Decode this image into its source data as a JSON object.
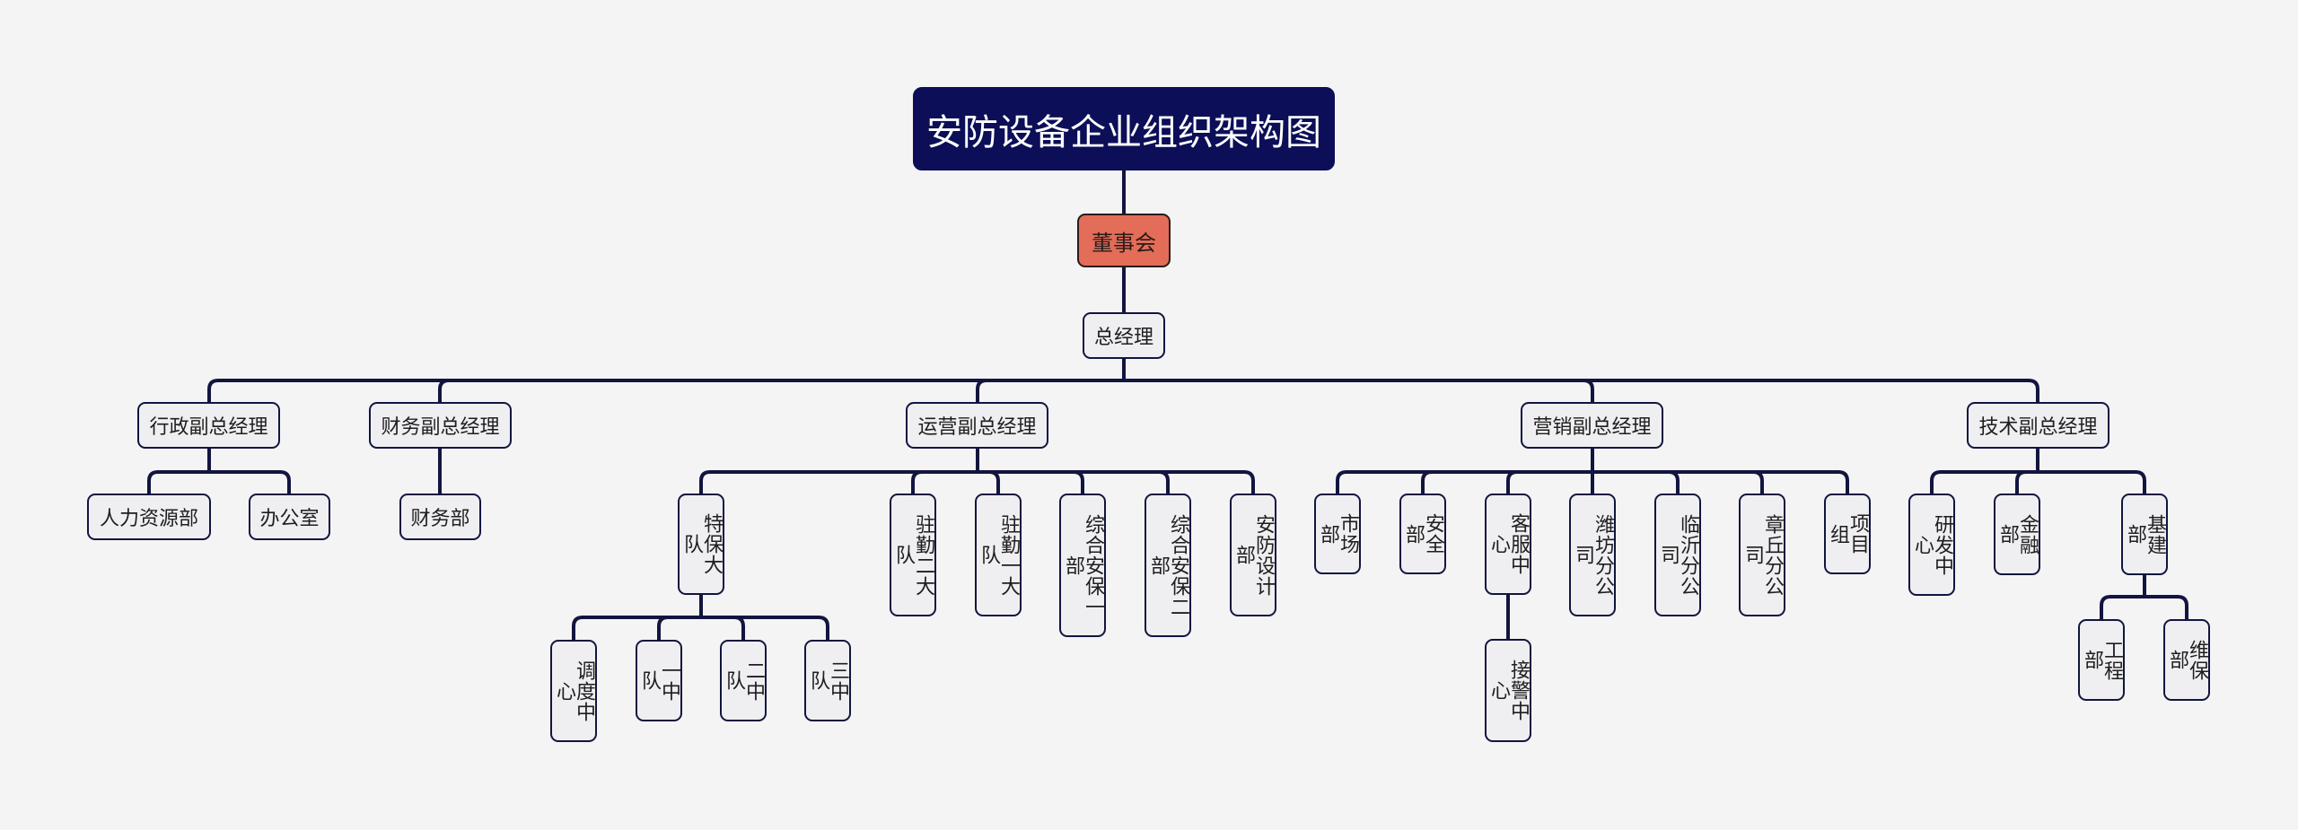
{
  "title": "安防设备企业组织架构图",
  "board": "董事会",
  "ceo": "总经理",
  "colors": {
    "background": "#f4f4f5",
    "title_fill": "#0c0f57",
    "board_fill": "#e36d58",
    "node_fill": "#efeff2",
    "line": "#12153f"
  },
  "vps": [
    {
      "label": "行政副总经理",
      "children": [
        {
          "label": "人力资源部"
        },
        {
          "label": "办公室"
        }
      ]
    },
    {
      "label": "财务副总经理",
      "children": [
        {
          "label": "财务部"
        }
      ]
    },
    {
      "label": "运营副总经理",
      "children": [
        {
          "label": "特保大队",
          "children": [
            {
              "label": "调度中心"
            },
            {
              "label": "一中队"
            },
            {
              "label": "二中队"
            },
            {
              "label": "三中队"
            }
          ]
        },
        {
          "label": "驻勤二大队"
        },
        {
          "label": "驻勤一大队"
        },
        {
          "label": "综合安保一部"
        },
        {
          "label": "综合安保二部"
        },
        {
          "label": "安防设计部"
        }
      ]
    },
    {
      "label": "营销副总经理",
      "children": [
        {
          "label": "市场部"
        },
        {
          "label": "安全部"
        },
        {
          "label": "客服中心",
          "children": [
            {
              "label": "接警中心"
            }
          ]
        },
        {
          "label": "潍坊分公司"
        },
        {
          "label": "临沂分公司"
        },
        {
          "label": "章丘分公司"
        },
        {
          "label": "项目组"
        }
      ]
    },
    {
      "label": "技术副总经理",
      "children": [
        {
          "label": "研发中心"
        },
        {
          "label": "金融部"
        },
        {
          "label": "基建部",
          "children": [
            {
              "label": "工程部"
            },
            {
              "label": "维保部"
            }
          ]
        }
      ]
    }
  ]
}
